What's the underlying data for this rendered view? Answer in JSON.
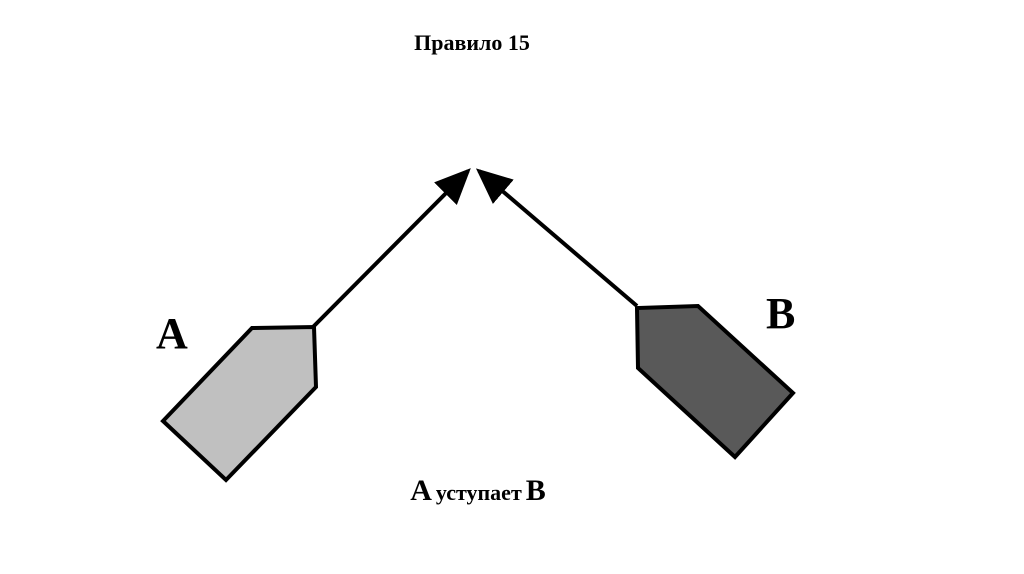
{
  "title": "Правило 15",
  "boats": {
    "a": {
      "label": "A",
      "fill": "#c0c0c0"
    },
    "b": {
      "label": "B",
      "fill": "#595959"
    }
  },
  "caption": {
    "subject": "A",
    "verb": "уступает",
    "object": "B"
  },
  "colors": {
    "background": "#ffffff",
    "stroke": "#000000"
  }
}
